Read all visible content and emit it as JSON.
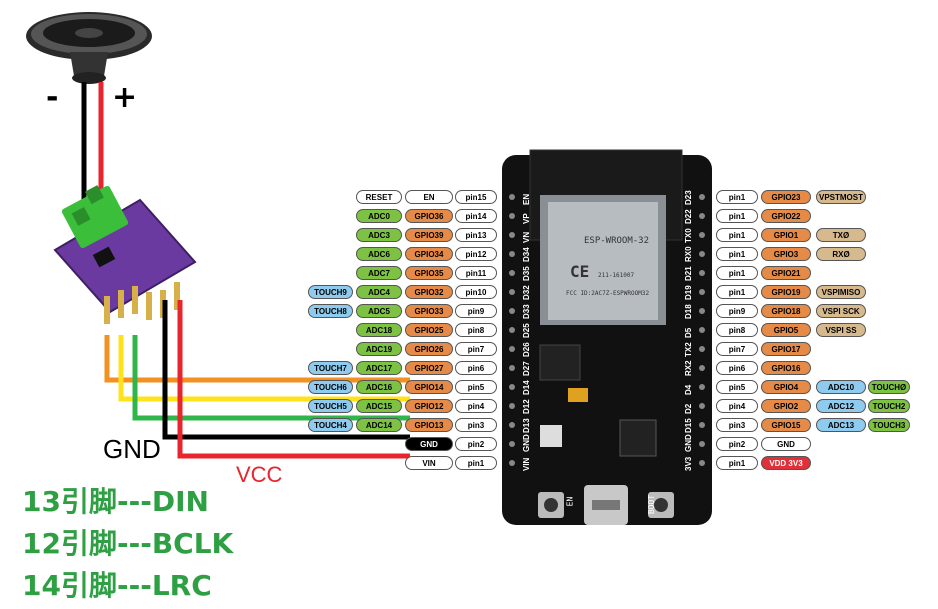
{
  "speaker": {
    "minus": "-",
    "plus": "+"
  },
  "wires": {
    "gnd_label": "GND",
    "vcc_label": "VCC"
  },
  "notes": [
    "13引脚---DIN",
    "12引脚---BCLK",
    "14引脚---LRC"
  ],
  "board": {
    "module_name": "ESP-WROOM-32",
    "fcc_id": "FCC ID:2AC7Z-ESPWROOM32",
    "cert_mark": "CE",
    "cert_code": "211-161007",
    "en_button": "EN",
    "boot_button": "BOOT",
    "left_header_labels": [
      "EN",
      "VP",
      "VN",
      "D34",
      "D35",
      "D32",
      "D33",
      "D25",
      "D26",
      "D27",
      "D14",
      "D12",
      "D13",
      "GND",
      "VIN"
    ],
    "right_header_labels": [
      "D23",
      "D22",
      "TX0",
      "RX0",
      "D21",
      "D19",
      "D18",
      "D5",
      "TX2",
      "RX2",
      "D4",
      "D2",
      "D15",
      "GND",
      "3V3"
    ]
  },
  "left_pins": [
    {
      "func1": "RESET",
      "gpio": "EN",
      "pin": "pin15"
    },
    {
      "func1": "ADC0",
      "gpio": "GPIO36",
      "pin": "pin14"
    },
    {
      "func1": "ADC3",
      "gpio": "GPIO39",
      "pin": "pin13"
    },
    {
      "func1": "ADC6",
      "gpio": "GPIO34",
      "pin": "pin12"
    },
    {
      "func1": "ADC7",
      "gpio": "GPIO35",
      "pin": "pin11"
    },
    {
      "touch": "TOUCH9",
      "func1": "ADC4",
      "gpio": "GPIO32",
      "pin": "pin10"
    },
    {
      "touch": "TOUCH8",
      "func1": "ADC5",
      "gpio": "GPIO33",
      "pin": "pin9"
    },
    {
      "func1": "ADC18",
      "gpio": "GPIO25",
      "pin": "pin8"
    },
    {
      "func1": "ADC19",
      "gpio": "GPIO26",
      "pin": "pin7"
    },
    {
      "touch": "TOUCH7",
      "func1": "ADC17",
      "gpio": "GPIO27",
      "pin": "pin6"
    },
    {
      "touch": "TOUCH6",
      "func1": "ADC16",
      "gpio": "GPIO14",
      "pin": "pin5"
    },
    {
      "touch": "TOUCH5",
      "func1": "ADC15",
      "gpio": "GPIO12",
      "pin": "pin4"
    },
    {
      "touch": "TOUCH4",
      "func1": "ADC14",
      "gpio": "GPIO13",
      "pin": "pin3"
    },
    {
      "gpio": "GND",
      "pin": "pin2"
    },
    {
      "gpio": "VIN",
      "pin": "pin1"
    }
  ],
  "right_pins": [
    {
      "pin": "pin1",
      "gpio": "GPIO23",
      "func1": "VPSTMOST"
    },
    {
      "pin": "pin1",
      "gpio": "GPIO22"
    },
    {
      "pin": "pin1",
      "gpio": "GPIO1",
      "func1": "TXØ"
    },
    {
      "pin": "pin1",
      "gpio": "GPIO3",
      "func1": "RXØ"
    },
    {
      "pin": "pin1",
      "gpio": "GPIO21"
    },
    {
      "pin": "pin1",
      "gpio": "GPIO19",
      "func1": "VSPIMISO"
    },
    {
      "pin": "pin9",
      "gpio": "GPIO18",
      "func1": "VSPI SCK"
    },
    {
      "pin": "pin8",
      "gpio": "GPIO5",
      "func1": "VSPI SS"
    },
    {
      "pin": "pin7",
      "gpio": "GPIO17"
    },
    {
      "pin": "pin6",
      "gpio": "GPIO16"
    },
    {
      "pin": "pin5",
      "gpio": "GPIO4",
      "func1": "ADC10",
      "touch": "TOUCHØ"
    },
    {
      "pin": "pin4",
      "gpio": "GPIO2",
      "func1": "ADC12",
      "touch": "TOUCH2"
    },
    {
      "pin": "pin3",
      "gpio": "GPIO15",
      "func1": "ADC13",
      "touch": "TOUCH3"
    },
    {
      "pin": "pin2",
      "gpio": "GND"
    },
    {
      "pin": "pin1",
      "gpio": "VDD 3V3"
    }
  ]
}
